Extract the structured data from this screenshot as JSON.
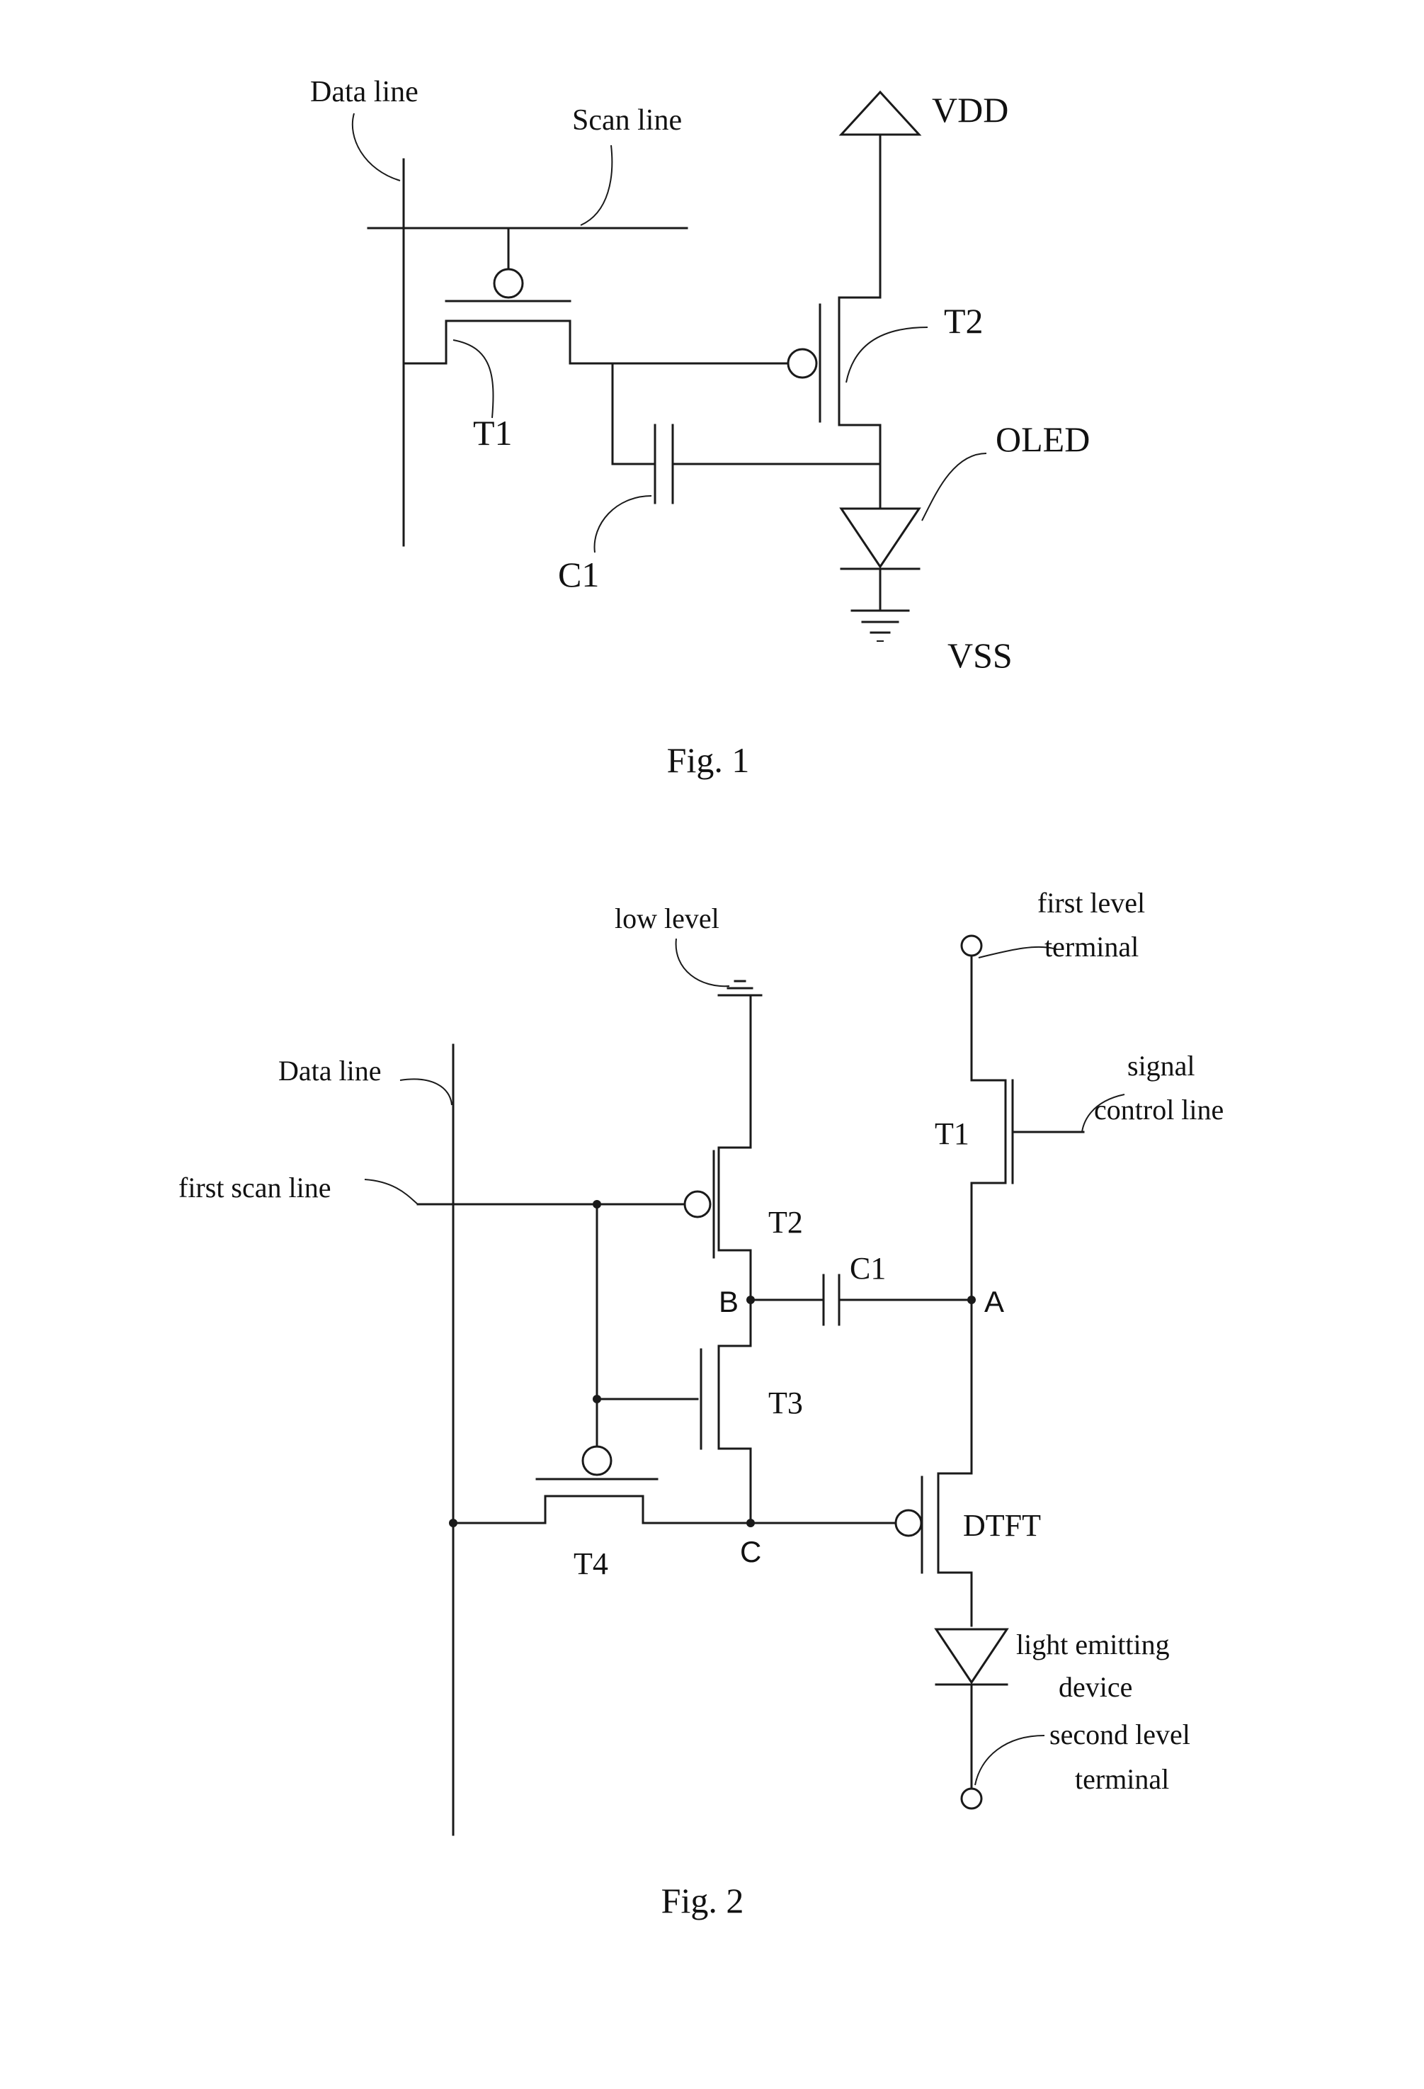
{
  "fig1": {
    "caption": "Fig. 1",
    "labels": {
      "data_line": "Data line",
      "scan_line": "Scan line",
      "vdd": "VDD",
      "t2": "T2",
      "t1": "T1",
      "oled": "OLED",
      "c1": "C1",
      "vss": "VSS"
    }
  },
  "fig2": {
    "caption": "Fig. 2",
    "labels": {
      "low_level": "low level",
      "first_level_1": "first level",
      "first_level_2": "terminal",
      "data_line": "Data line",
      "signal_control_1": "signal",
      "signal_control_2": "control line",
      "t1": "T1",
      "first_scan_line": "first scan line",
      "t2": "T2",
      "c1": "C1",
      "node_b": "B",
      "node_a": "A",
      "t3": "T3",
      "dtft": "DTFT",
      "t4": "T4",
      "node_c": "C",
      "led_1": "light emitting",
      "led_2": "device",
      "second_level_1": "second level",
      "second_level_2": "terminal"
    }
  }
}
